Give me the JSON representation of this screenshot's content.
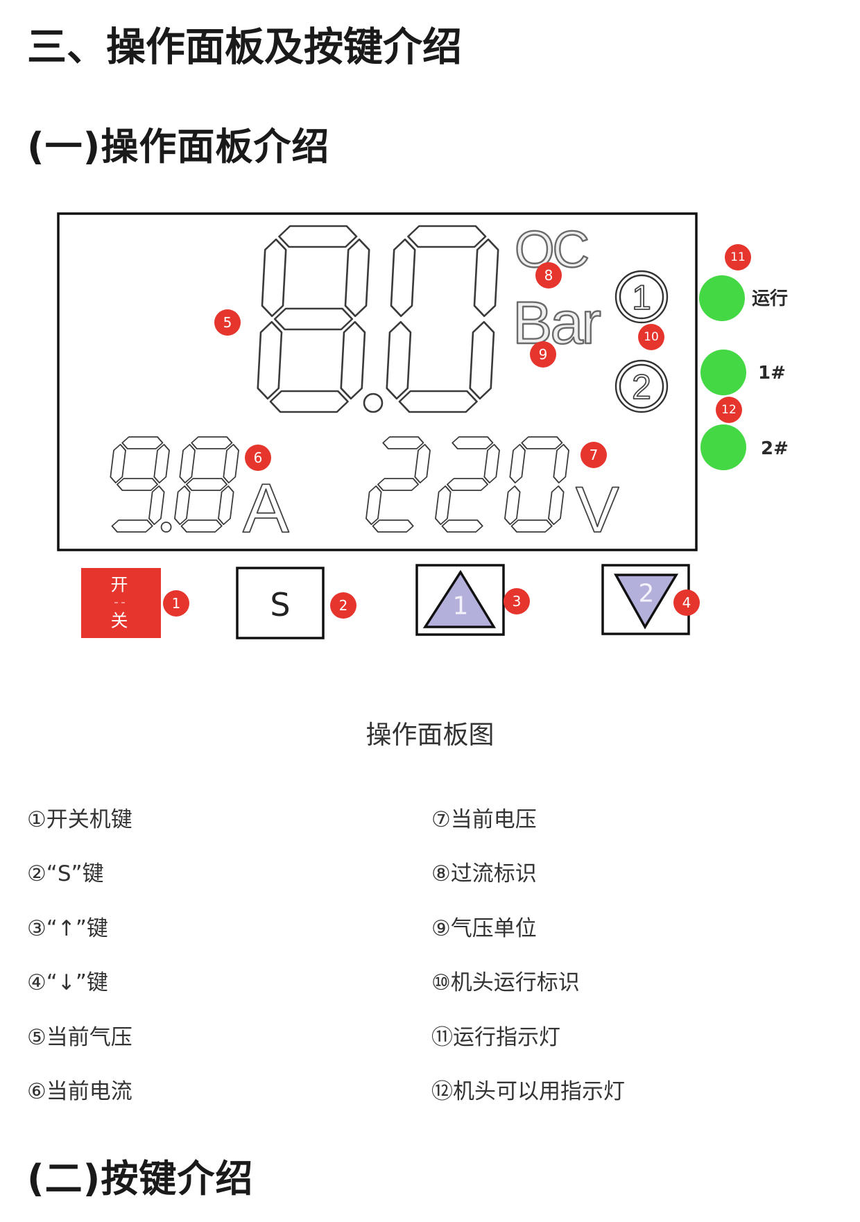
{
  "headings": {
    "section_title": "三、操作面板及按键介绍",
    "panel_intro_title": "(一)操作面板介绍",
    "keys_intro_title": "(二)按键介绍"
  },
  "panel": {
    "display": {
      "pressure_value": "8.0",
      "overcurrent_mark": "OC",
      "pressure_unit": "Bar",
      "current_value": "9.8",
      "current_unit": "A",
      "voltage_value": "220",
      "voltage_unit": "V",
      "head_marks": [
        "1",
        "2"
      ]
    },
    "indicators": [
      {
        "label": "运行",
        "color": "#45d845"
      },
      {
        "label": "1#",
        "color": "#45d845"
      },
      {
        "label": "2#",
        "color": "#45d845"
      }
    ],
    "keys": {
      "power": {
        "top_char": "开",
        "bottom_char": "关",
        "color": "#e5352d"
      },
      "s": {
        "label": "S"
      },
      "up": {
        "label": "1",
        "icon": "up-triangle",
        "fill": "#b4b0dc"
      },
      "down": {
        "label": "2",
        "icon": "down-triangle",
        "fill": "#b4b0dc"
      }
    },
    "callouts": [
      "1",
      "2",
      "3",
      "4",
      "5",
      "6",
      "7",
      "8",
      "9",
      "10",
      "11",
      "12"
    ],
    "callout_color": "#e5352d"
  },
  "figure_caption": "操作面板图",
  "legend": {
    "left": [
      "①开关机键",
      "②“S”键",
      "③“↑”键",
      "④“↓”键",
      "⑤当前气压",
      "⑥当前电流"
    ],
    "right": [
      "⑦当前电压",
      "⑧过流标识",
      "⑨气压单位",
      "⑩机头运行标识",
      "⑪运行指示灯",
      "⑫机头可以用指示灯"
    ]
  }
}
